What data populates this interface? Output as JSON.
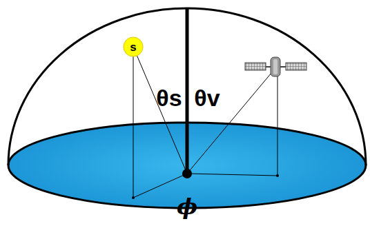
{
  "diagram": {
    "labels": [
      "s",
      "θs",
      "θv",
      "ϕ"
    ]
  }
}
